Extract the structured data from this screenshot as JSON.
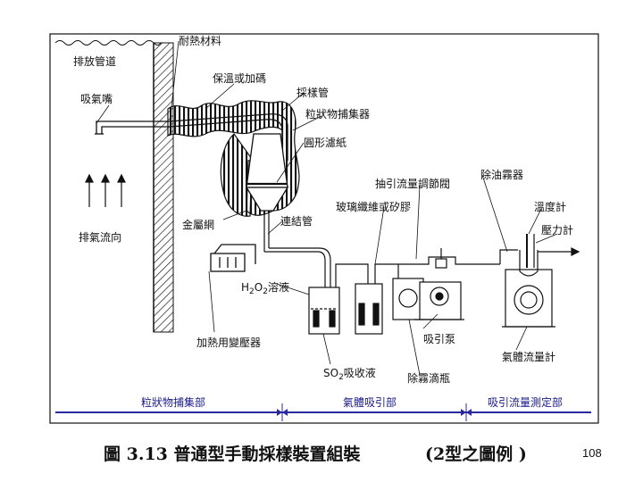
{
  "labels": {
    "heat_resistant_material": "耐熱材料",
    "exhaust_duct": "排放管道",
    "insulation_or_heating": "保溫或加碼",
    "suction_nozzle": "吸氣嘴",
    "sampling_tube": "採樣管",
    "particulate_collector": "粒狀物捕集器",
    "round_filter_paper": "圓形濾紙",
    "flow_regulating_valve": "抽引流量調節閥",
    "oil_mist_remover": "除油霧器",
    "glass_fiber_or_silica_gel": "玻璃纖維或矽膠",
    "thermometer": "溫度計",
    "pressure_gauge": "壓力計",
    "metal_mesh": "金屬網",
    "connecting_tube": "連結管",
    "exhaust_flow_direction": "排氣流向",
    "h2o2_solution_sub": "2",
    "h2o2_solution_o": "O",
    "h2o2_solution_sub2": "2",
    "h2o2_solution_text": "溶液",
    "h2o2_solution_h": "H",
    "suction_pump": "吸引泵",
    "heating_transformer": "加熱用變壓器",
    "gas_flow_meter": "氣體流量計",
    "so2_absorbent_so": "SO",
    "so2_absorbent_sub": "2",
    "so2_absorbent_text": "吸收液",
    "mist_removal_bottle": "除霧滴瓶"
  },
  "sections": {
    "particulate_collection": "粒狀物捕集部",
    "gas_suction": "氣體吸引部",
    "suction_flow_measurement": "吸引流量測定部"
  },
  "caption": {
    "main": "圖 3.13 普通型手動採樣裝置組裝",
    "note": "(2型之圖例 )"
  },
  "page_number": "108",
  "colors": {
    "section_line": "#2a2aa0",
    "line": "#111111"
  }
}
